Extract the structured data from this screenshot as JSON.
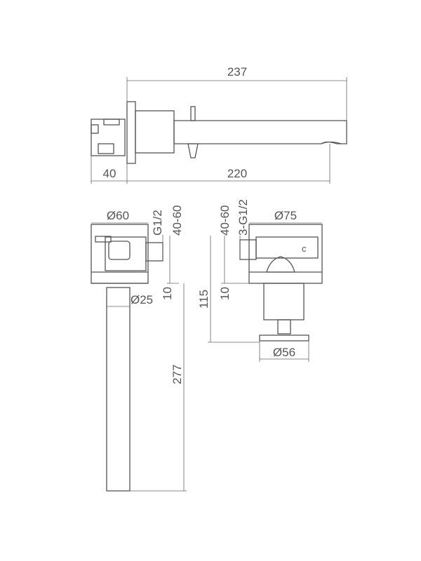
{
  "drawing": {
    "side_view": {
      "total_length": "237",
      "spout_length": "220",
      "flange_depth": "40"
    },
    "left_view": {
      "body_diameter": "Ø60",
      "thread": "G1/2",
      "wall_range": "40-60",
      "pipe_diameter": "Ø25",
      "offset": "10",
      "pipe_length": "277"
    },
    "right_view": {
      "wall_range": "40-60",
      "threads": "3-G1/2",
      "plate_diameter": "Ø75",
      "offset": "10",
      "height": "115",
      "base_diameter": "Ø56",
      "handle_mark": "c"
    }
  },
  "colors": {
    "line": "#555555",
    "dimension": "#666666",
    "background": "#ffffff"
  }
}
